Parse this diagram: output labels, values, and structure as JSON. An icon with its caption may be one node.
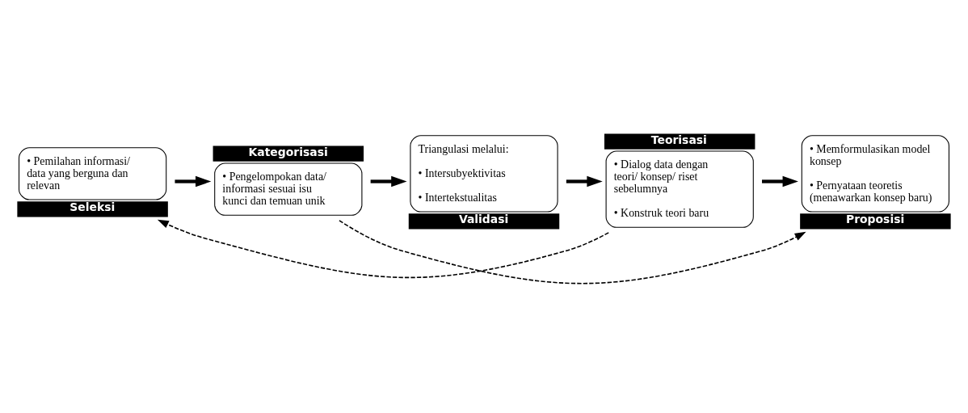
{
  "diagram": {
    "nodes": [
      {
        "text": [
          "• Pemilahan informasi/ data yang berguna dan relevan",
          "Seleksi"
        ]
      },
      {
        "text": [
          "Kategorisasi",
          "• Pengelompokan data/ informasi sesuai isu kunci dan temuan unik"
        ]
      },
      {
        "text": [
          "Triangulasi melalui:",
          "• Intersubyektivitas",
          "• Intertekstualitas",
          "Validasi"
        ]
      },
      {
        "text": [
          "Teorisasi",
          "• Dialog data dengan teori/ konsep/ riset sebelumnya",
          "• Konstruk teori baru"
        ]
      },
      {
        "text": [
          "• Memformulasikan model konsep",
          "• Pernyataan teoretis (menawarkan konsep baru)",
          "Proposisi"
        ]
      }
    ],
    "edges": [
      {
        "from": 0,
        "to": 1,
        "arrow": "to"
      },
      {
        "from": 1,
        "to": 2,
        "arrow": "to"
      },
      {
        "from": 2,
        "to": 3,
        "arrow": "to"
      },
      {
        "from": 3,
        "to": 4,
        "arrow": "to"
      },
      {
        "from": 3,
        "to": 0,
        "arrow": "to",
        "style": "dashed"
      },
      {
        "from": 1,
        "to": 4,
        "arrow": "to",
        "style": "dashed"
      }
    ]
  }
}
